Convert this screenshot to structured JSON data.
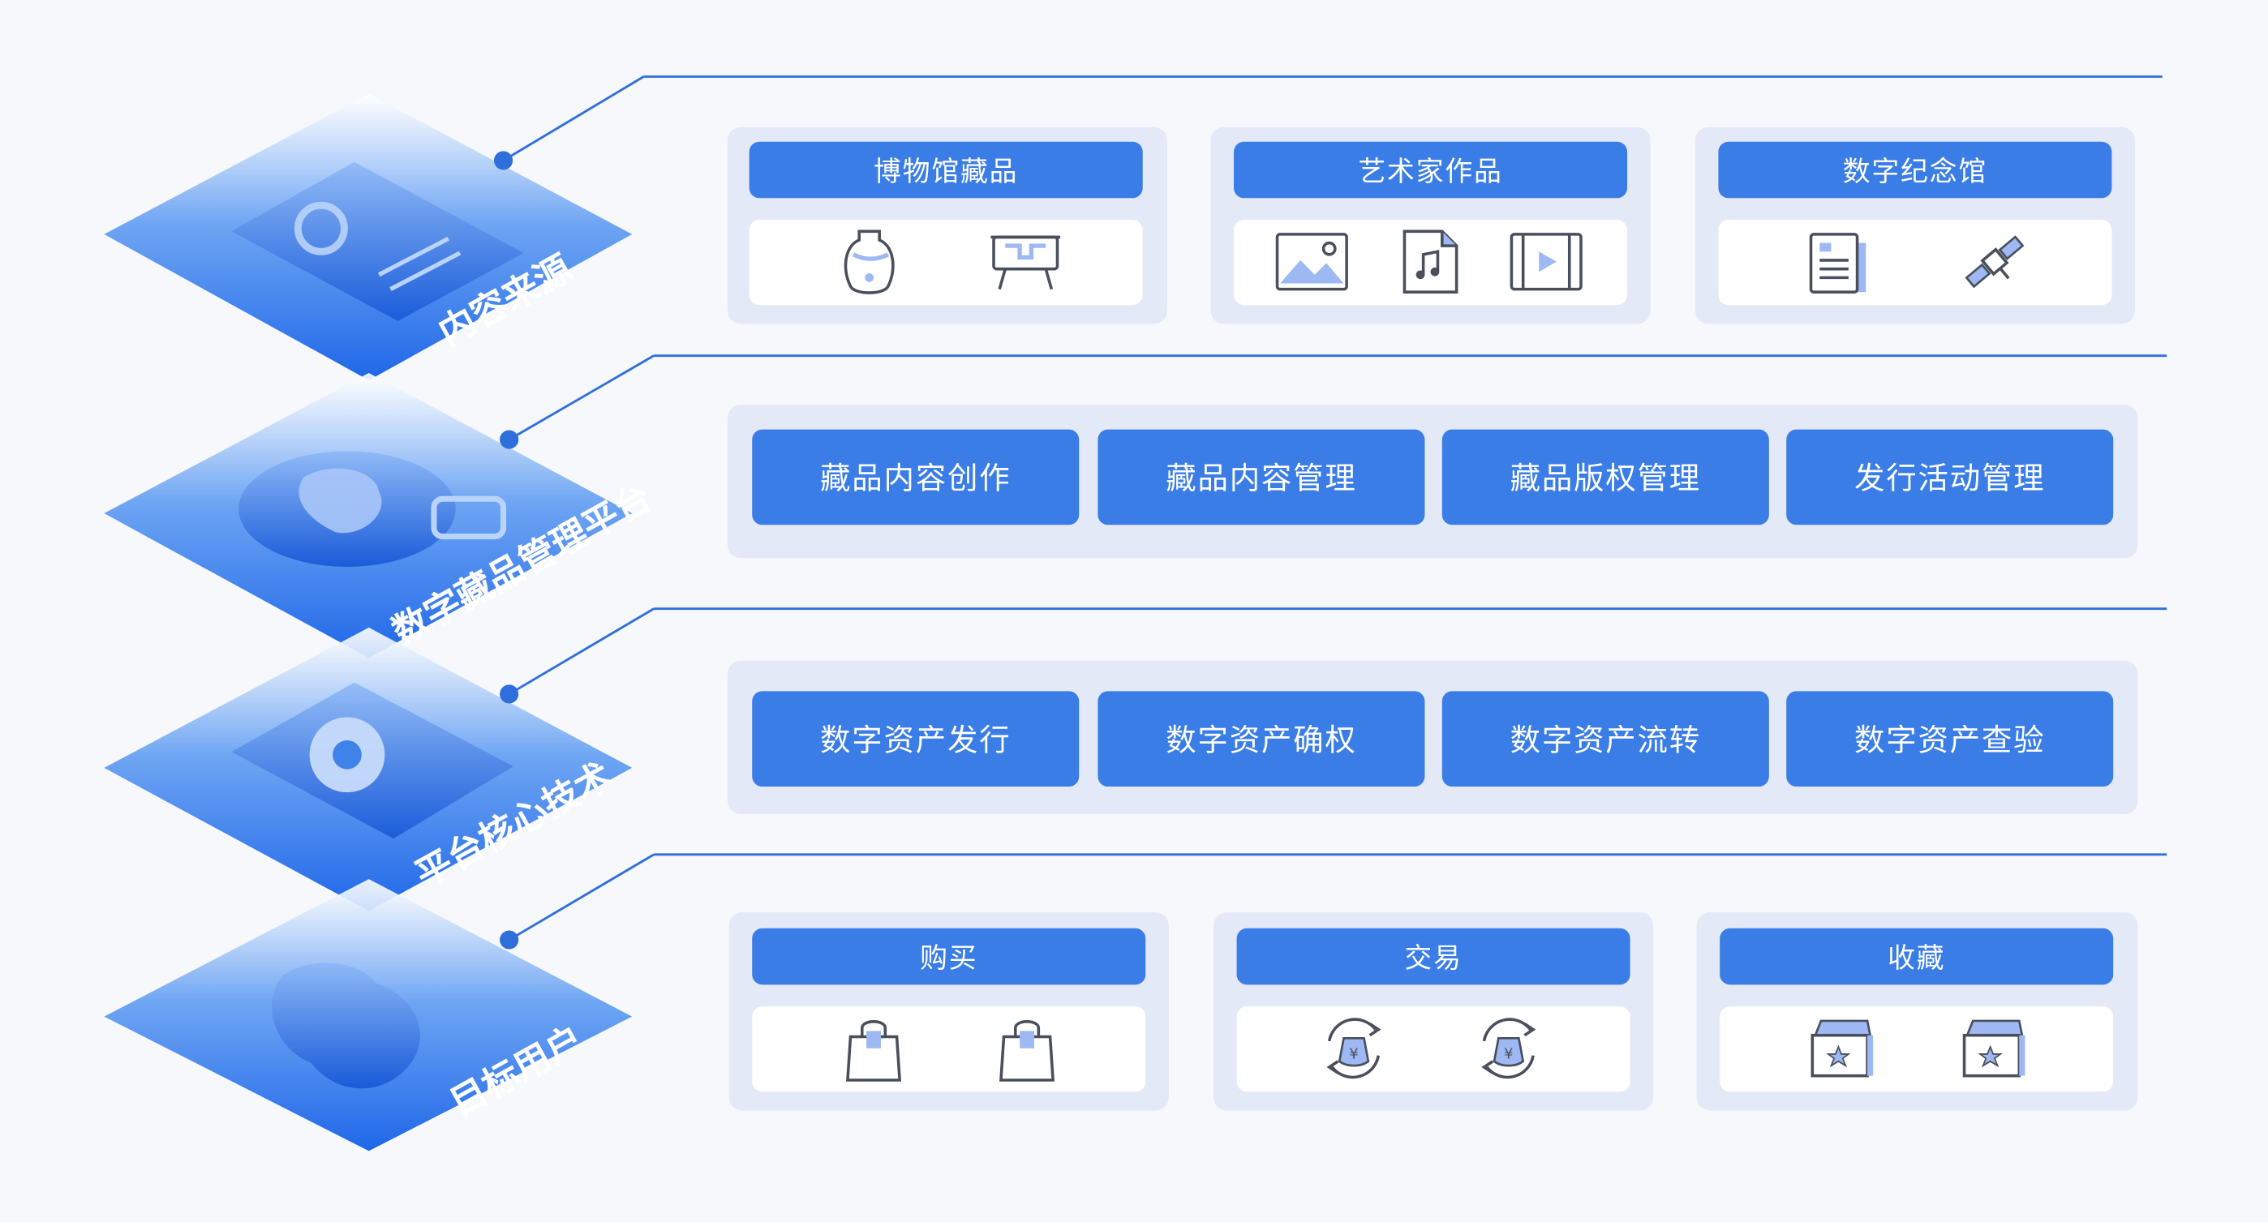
{
  "layers": [
    {
      "label": "内容来源"
    },
    {
      "label": "数字藏品管理平台"
    },
    {
      "label": "平台核心技术"
    },
    {
      "label": "目标用户"
    }
  ],
  "content_sources": [
    {
      "title": "博物馆藏品",
      "icons": [
        "vase-icon",
        "bronze-vessel-icon"
      ]
    },
    {
      "title": "艺术家作品",
      "icons": [
        "image-icon",
        "music-file-icon",
        "video-icon"
      ]
    },
    {
      "title": "数字纪念馆",
      "icons": [
        "document-icon",
        "satellite-icon"
      ]
    }
  ],
  "platform_modules": [
    "藏品内容创作",
    "藏品内容管理",
    "藏品版权管理",
    "发行活动管理"
  ],
  "core_tech": [
    "数字资产发行",
    "数字资产确权",
    "数字资产流转",
    "数字资产查验"
  ],
  "target_users": [
    {
      "title": "购买",
      "icons": [
        "shopping-bag-icon",
        "shopping-bag-icon"
      ]
    },
    {
      "title": "交易",
      "icons": [
        "money-exchange-icon",
        "money-exchange-icon"
      ]
    },
    {
      "title": "收藏",
      "icons": [
        "collection-box-icon",
        "collection-box-icon"
      ]
    }
  ],
  "colors": {
    "primary": "#3a7de6",
    "panel": "#e3e9f7",
    "line": "#2f6fdc"
  }
}
